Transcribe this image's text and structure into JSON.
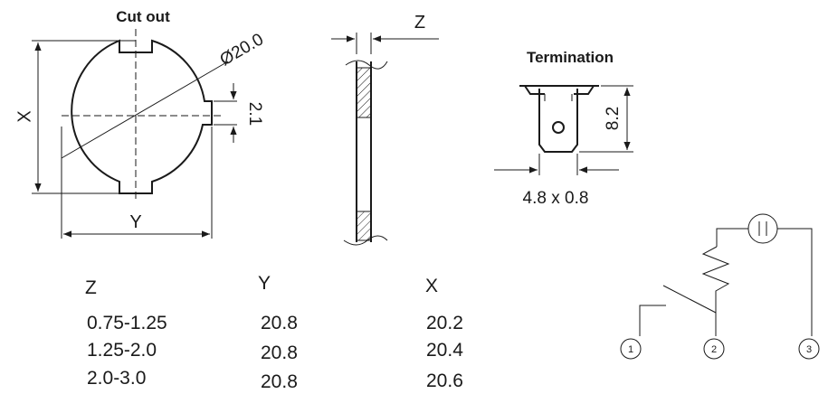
{
  "cutout": {
    "title": "Cut out",
    "diameter_label": "Ø20.0",
    "notch_label": "2.1",
    "x_label": "X",
    "y_label": "Y"
  },
  "side": {
    "z_label": "Z"
  },
  "termination": {
    "title": "Termination",
    "height_label": "8.2",
    "size_label": "4.8 x 0.8"
  },
  "table": {
    "headers": [
      "Z",
      "Y",
      "X"
    ],
    "rows": [
      [
        "0.75-1.25",
        "20.8",
        "20.2"
      ],
      [
        "1.25-2.0",
        "20.8",
        "20.4"
      ],
      [
        "2.0-3.0",
        "20.8",
        "20.6"
      ]
    ]
  },
  "schematic": {
    "terminals": [
      "1",
      "2",
      "3"
    ]
  }
}
